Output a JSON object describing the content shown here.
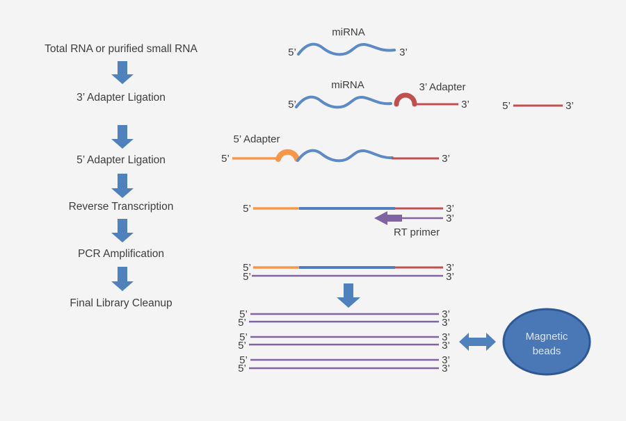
{
  "workflow": {
    "steps": [
      {
        "label": "Total RNA or purified small RNA"
      },
      {
        "label": "3’ Adapter Ligation"
      },
      {
        "label": "5’ Adapter Ligation"
      },
      {
        "label": "Reverse Transcription"
      },
      {
        "label": "PCR Amplification"
      },
      {
        "label": "Final Library Cleanup"
      }
    ]
  },
  "labels": {
    "five_prime": "5’",
    "three_prime": "3’",
    "mirna": "miRNA",
    "adapter3": "3’ Adapter",
    "adapter5": "5’ Adapter",
    "rt_primer": "RT primer",
    "magnetic_beads_line1": "Magnetic",
    "magnetic_beads_line2": "beads"
  },
  "colors": {
    "background": "#f4f4f5",
    "flow_arrow_blue": "#4f81bd",
    "mirna_wave_blue": "#5b8ac6",
    "cdna_straight_blue": "#4f7ec2",
    "adapter3_red": "#c0504d",
    "adapter5_orange": "#f79646",
    "primer_purple": "#8064a2",
    "beads_fill": "#4a77b5",
    "beads_border": "#2e5894",
    "text": "#3d3d3d"
  }
}
